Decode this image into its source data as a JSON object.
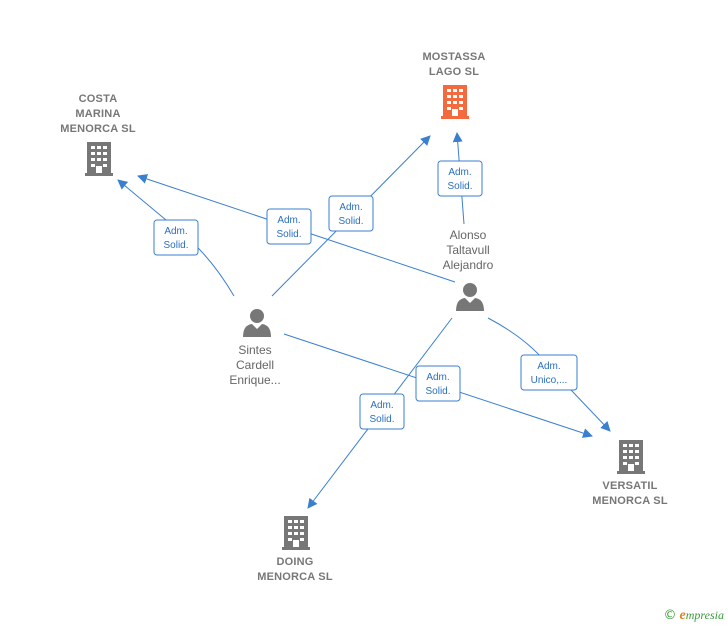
{
  "companies": {
    "mostassa": {
      "lines": [
        "MOSTASSA",
        "LAGO  SL"
      ],
      "color": "#f26a3d"
    },
    "costa": {
      "lines": [
        "COSTA",
        "MARINA",
        "MENORCA  SL"
      ],
      "color": "#777777"
    },
    "versatil": {
      "lines": [
        "VERSATIL",
        "MENORCA SL"
      ],
      "color": "#777777"
    },
    "doing": {
      "lines": [
        "DOING",
        "MENORCA  SL"
      ],
      "color": "#777777"
    }
  },
  "persons": {
    "alonso": {
      "lines": [
        "Alonso",
        "Taltavull",
        "Alejandro"
      ]
    },
    "sintes": {
      "lines": [
        "Sintes",
        "Cardell",
        "Enrique..."
      ]
    }
  },
  "relations": {
    "alonso_mostassa": [
      "Adm.",
      "Solid."
    ],
    "sintes_costa": [
      "Adm.",
      "Solid."
    ],
    "alonso_costa": [
      "Adm.",
      "Solid."
    ],
    "sintes_mostassa": [
      "Adm.",
      "Solid."
    ],
    "sintes_versatil": [
      "Adm.",
      "Solid."
    ],
    "alonso_versatil": [
      "Adm.",
      "Unico,..."
    ],
    "alonso_doing": [
      "Adm.",
      "Solid."
    ]
  },
  "brand": {
    "name": "mpresia",
    "initial": "e",
    "copyright": "©"
  },
  "colors": {
    "edge": "#3a7fd0",
    "building": "#777777",
    "focus": "#f26a3d"
  }
}
